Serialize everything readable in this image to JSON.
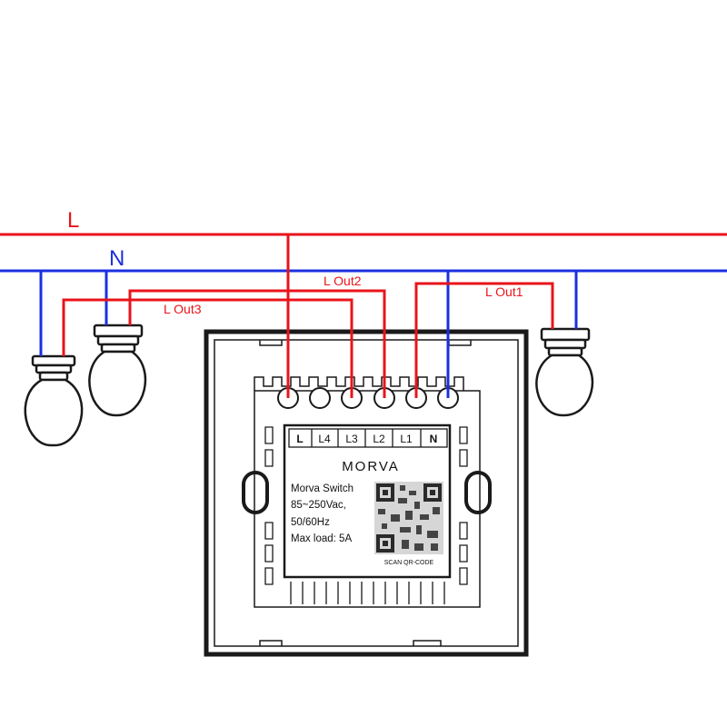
{
  "wires": {
    "live_label": "L",
    "neutral_label": "N",
    "out1_label": "L Out1",
    "out2_label": "L Out2",
    "out3_label": "L Out3"
  },
  "switch": {
    "terminals": [
      "L",
      "L4",
      "L3",
      "L2",
      "L1",
      "N"
    ],
    "brand": "MORVA",
    "spec_lines": [
      "Morva  Switch",
      "85~250Vac,",
      "50/60Hz",
      "Max  load:  5A"
    ],
    "qr_caption": "SCAN QR-CODE"
  },
  "colors": {
    "live": "#e8141b",
    "neutral": "#1b2fe0",
    "outline": "#1a1a1a"
  }
}
